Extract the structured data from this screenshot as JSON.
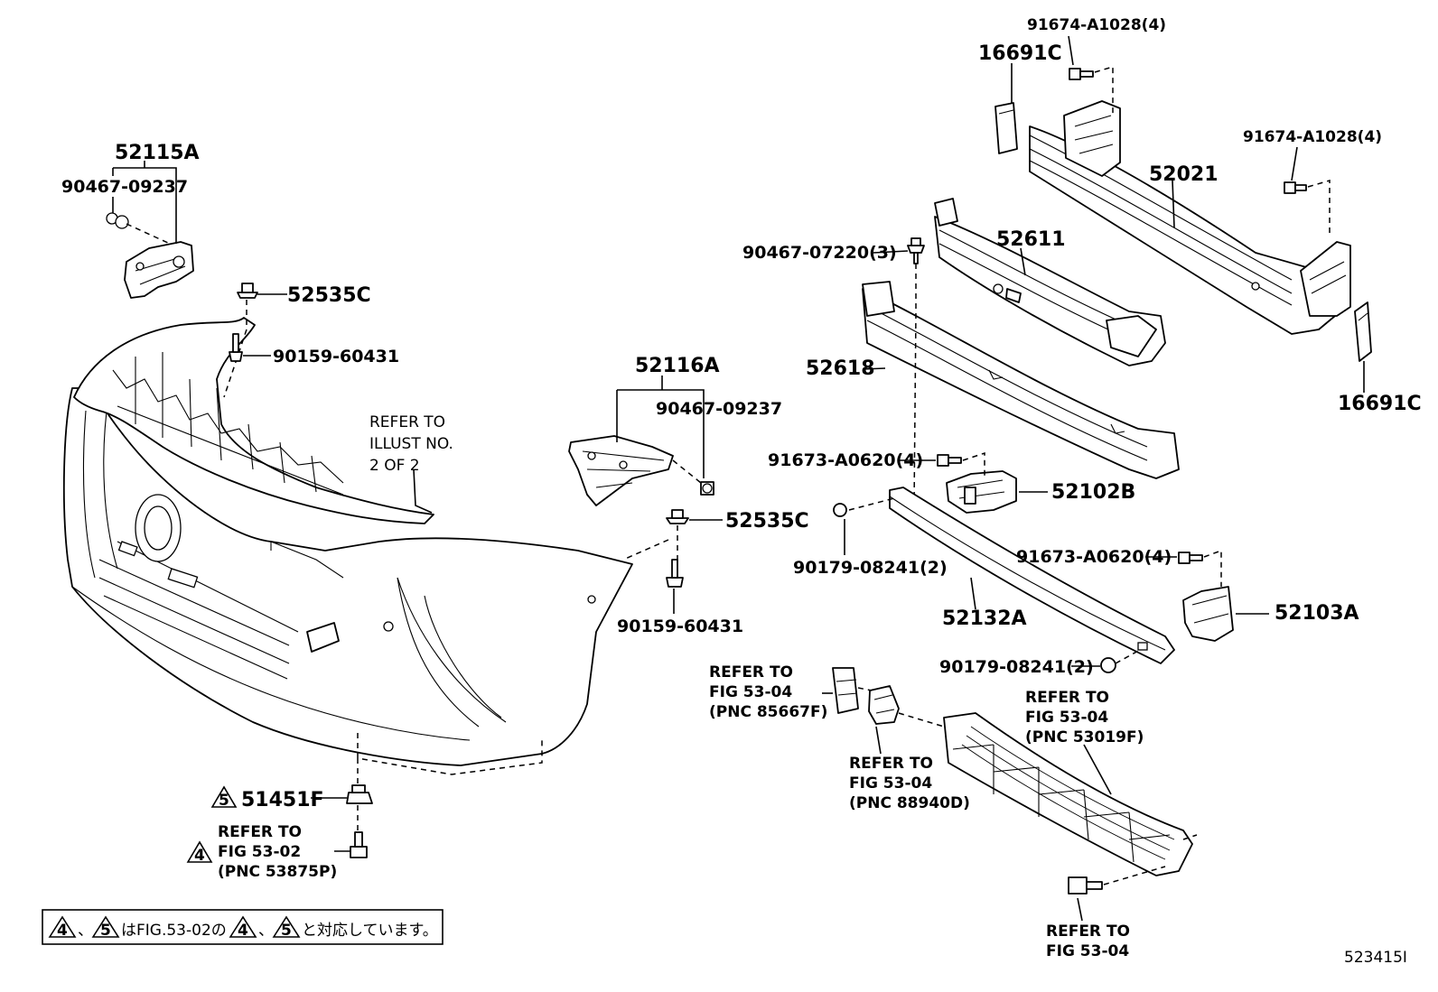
{
  "labels": {
    "p16691c_top": "16691C",
    "p16691c_right": "16691C",
    "p91674_top": "91674-A1028(4)",
    "p91674_right": "91674-A1028(4)",
    "p52021": "52021",
    "p52611": "52611",
    "p90467_07220": "90467-07220(3)",
    "p52618": "52618",
    "p91673_a": "91673-A0620(4)",
    "p91673_b": "91673-A0620(4)",
    "p52102b": "52102B",
    "p90179_a": "90179-08241(2)",
    "p90179_b": "90179-08241(2)",
    "p52132a": "52132A",
    "p52103a": "52103A",
    "p52115a": "52115A",
    "p90467_09237_l": "90467-09237",
    "p90467_09237_r": "90467-09237",
    "p52535c_l": "52535C",
    "p52535c_r": "52535C",
    "p90159_l": "90159-60431",
    "p90159_r": "90159-60431",
    "p52116a": "52116A",
    "p51451f": "51451F"
  },
  "refers": {
    "illust": [
      "REFER TO",
      "ILLUST NO.",
      "2 OF 2"
    ],
    "fig5302": [
      "REFER TO",
      "FIG 53-02",
      "(PNC 53875P)"
    ],
    "fig5304_85667f": [
      "REFER TO",
      "FIG 53-04",
      "(PNC 85667F)"
    ],
    "fig5304_88940d": [
      "REFER TO",
      "FIG 53-04",
      "(PNC 88940D)"
    ],
    "fig5304_53019f": [
      "REFER TO",
      "FIG 53-04",
      "(PNC 53019F)"
    ],
    "fig5304_bottom": [
      "REFER TO",
      "FIG 53-04"
    ]
  },
  "markers": {
    "m4": "4",
    "m5": "5"
  },
  "footnote": {
    "sep1": "、",
    "mid": "はFIG.53-02の",
    "sep2": "、",
    "tail": "と対応しています。"
  },
  "drawing_number": "523415I"
}
